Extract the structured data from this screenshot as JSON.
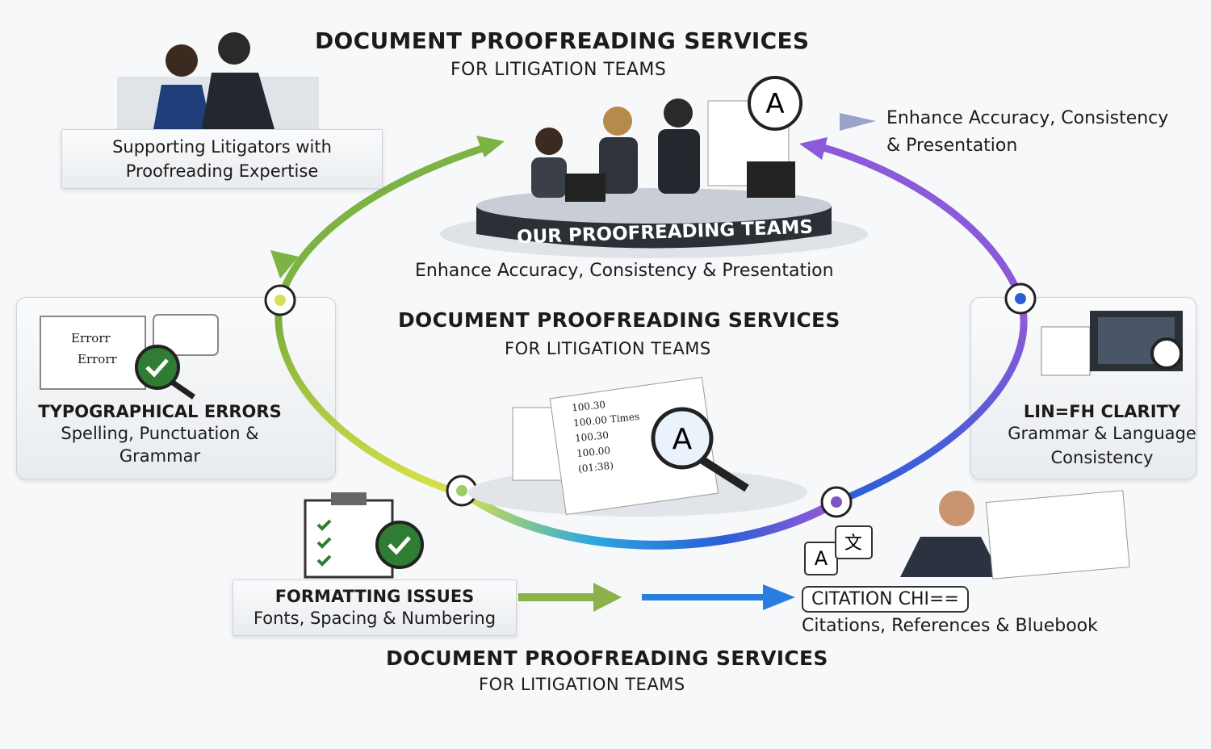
{
  "header": {
    "title": "DOCUMENT PROOFREADING SERVICES",
    "subtitle": "FOR LITIGATION TEAMS"
  },
  "top_left": {
    "line1": "Supporting Litigators with",
    "line2": "Proofreading Expertise"
  },
  "top_right": {
    "line1": "Enhance Accuracy, Consistency",
    "line2": "& Presentation"
  },
  "center_team": {
    "banner": "OUR PROOFREADING TEAMS",
    "caption": "Enhance Accuracy, Consistency & Presentation"
  },
  "center": {
    "title": "DOCUMENT PROOFREADING SERVICES",
    "subtitle": "FOR LITIGATION TEAMS"
  },
  "left_card": {
    "icon_text1": "Errorr",
    "icon_text2": "Errorr",
    "title": "TYPOGRAPHICAL ERRORS",
    "line1": "Spelling, Punctuation &",
    "line2": "Grammar"
  },
  "right_card": {
    "title": "LIN=FH CLARITY",
    "line1": "Grammar & Language",
    "line2": "Consistency"
  },
  "doc_lines": [
    "100.30",
    "100.00 Times",
    "100.30",
    "100.00",
    "(01:38)"
  ],
  "format_card": {
    "title": "FORMATTING ISSUES",
    "line1": "Fonts, Spacing & Numbering"
  },
  "citation_card": {
    "title": "CITATION CHI==",
    "line1": "Citations, References  & Bluebook"
  },
  "footer": {
    "title": "DOCUMENT PROOFREADING SERVICES",
    "subtitle": "FOR LITIGATION TEAMS"
  },
  "colors": {
    "green": "#7cb342",
    "blue": "#1e6fd9",
    "purple": "#9b59d6",
    "yellow": "#d4e157"
  }
}
